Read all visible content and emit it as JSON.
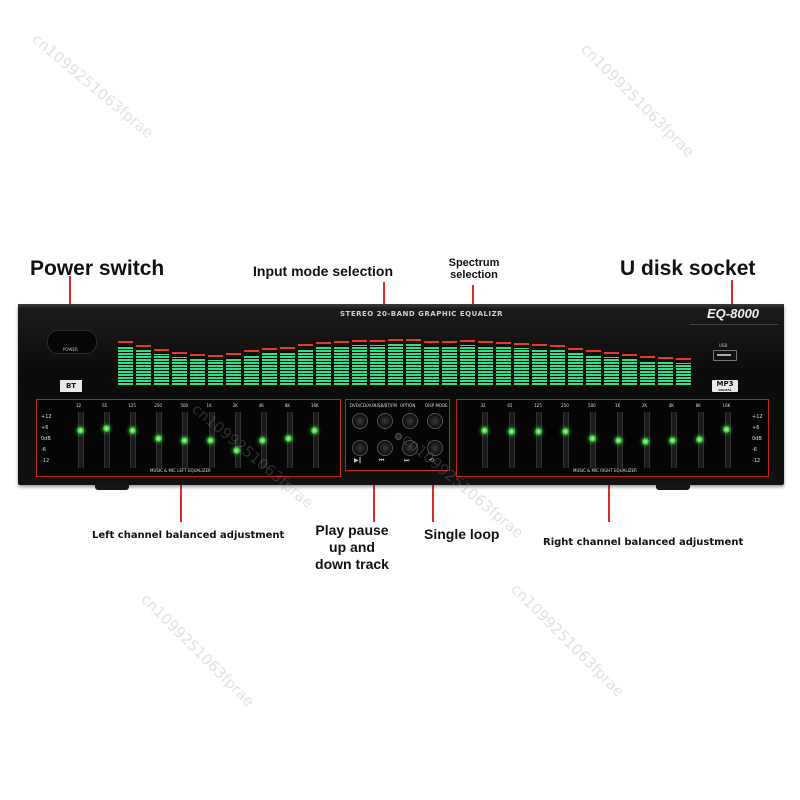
{
  "annotations": {
    "power_switch": "Power switch",
    "input_mode": "Input mode selection",
    "spectrum_selection": "Spectrum\nselection",
    "u_disk_socket": "U disk socket",
    "left_channel": "Left channel balanced adjustment",
    "play_pause": "Play pause\nup and\ndown track",
    "single_loop": "Single loop",
    "right_channel": "Right channel balanced adjustment"
  },
  "device": {
    "title": "STEREO 20-BAND GRAPHIC EQUALIZR",
    "model": "EQ-8000",
    "power_label": "POWER",
    "bt_logo": "BT",
    "mp3_logo": "MP3",
    "mp3_sub": "DIGITAL",
    "usb_label": "USB",
    "left_caption": "MUSIC & MIC LEFT EQUALIZER",
    "right_caption": "MUSIC & MIC RIGHT EQUALIZER",
    "frequencies": [
      "32",
      "65",
      "125",
      "250",
      "500",
      "1K",
      "2K",
      "4K",
      "8K",
      "16K"
    ],
    "scale_left": [
      "+12",
      "+6",
      "0dB",
      "-6",
      "-12"
    ],
    "scale_right": [
      "+12",
      "+6",
      "0dB",
      "-6",
      "-12"
    ],
    "control_labels": [
      "DVD/CD/AUX",
      "USB/BT/FM",
      "OPTION",
      "DISP MODE"
    ],
    "control_icons": [
      "▶‖",
      "⏮",
      "⏭",
      "⟲"
    ],
    "spectrum_levels": [
      0.72,
      0.64,
      0.58,
      0.52,
      0.48,
      0.46,
      0.5,
      0.55,
      0.6,
      0.62,
      0.66,
      0.7,
      0.72,
      0.74,
      0.74,
      0.76,
      0.75,
      0.73,
      0.72,
      0.74,
      0.72,
      0.7,
      0.68,
      0.66,
      0.64,
      0.6,
      0.56,
      0.52,
      0.48,
      0.44,
      0.42,
      0.4
    ],
    "left_slider_levels": [
      0.7,
      0.75,
      0.7,
      0.55,
      0.5,
      0.5,
      0.3,
      0.5,
      0.55,
      0.7
    ],
    "right_slider_levels": [
      0.7,
      0.68,
      0.68,
      0.68,
      0.55,
      0.5,
      0.48,
      0.5,
      0.52,
      0.72
    ]
  },
  "watermark": "cn1099251063fprae",
  "colors": {
    "accent_red": "#e02828",
    "spectrum_green": "#2ee08a",
    "led_green": "#33c43a"
  }
}
